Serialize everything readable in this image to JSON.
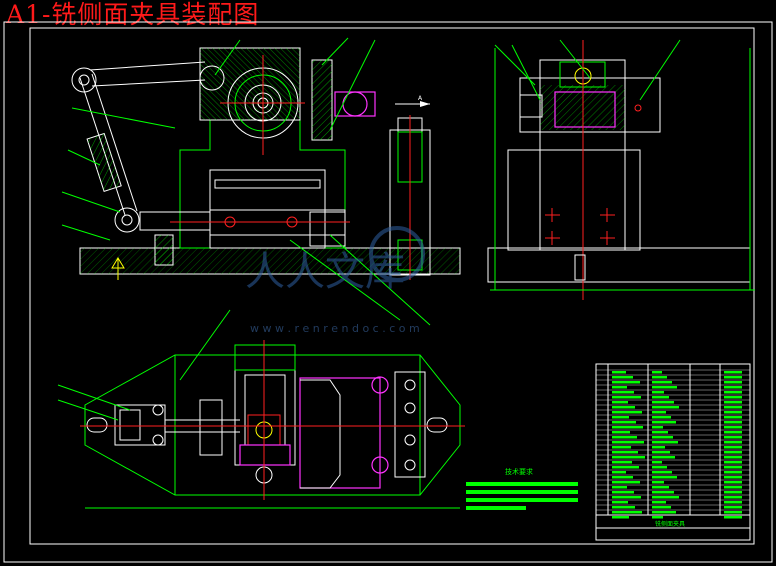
{
  "drawing": {
    "title": "A1-铣侧面夹具装配图",
    "watermark_text": "人人文库",
    "watermark_url": "w w w . r e n r e n d o c . c o m",
    "tech_req_heading": "技术要求",
    "parts_title": "铣侧面夹具",
    "projection_label": "A"
  },
  "colors": {
    "outline": "#00ff00",
    "hatch": "#00ff00",
    "part": "#ffffff",
    "detail": "#ff33ff",
    "center": "#ff2020",
    "title_text": "#ff1a1a"
  }
}
